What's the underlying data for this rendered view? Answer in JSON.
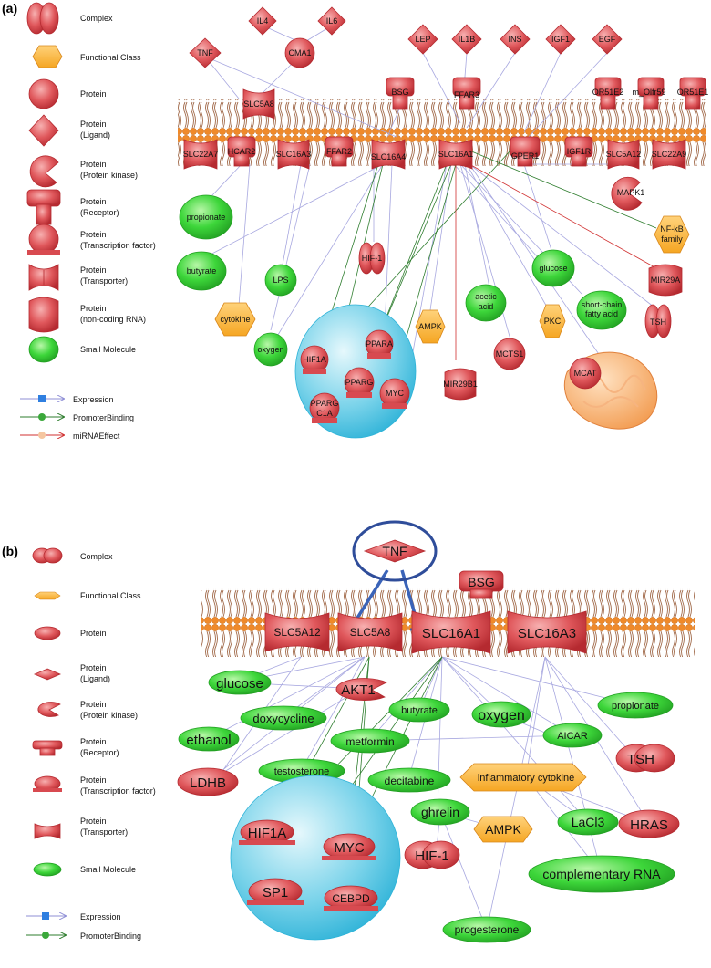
{
  "figure_a": {
    "panel_label": "(a)",
    "legend": {
      "complex": "Complex",
      "functional_class": "Functional Class",
      "protein": "Protein",
      "protein_ligand": "Protein\n(Ligand)",
      "protein_kinase": "Protein\n(Protein kinase)",
      "protein_receptor": "Protein\n(Receptor)",
      "protein_tf": "Protein\n(Transcription factor)",
      "protein_transporter": "Protein\n(Transporter)",
      "protein_ncrna": "Protein\n(non-coding RNA)",
      "small_molecule": "Small Molecule",
      "expression": "Expression",
      "promoter_binding": "PromoterBinding",
      "mirna_effect": "miRNAEffect"
    },
    "ligands": [
      "IL4",
      "IL6",
      "TNF",
      "LEP",
      "IL1B",
      "INS",
      "IGF1",
      "EGF"
    ],
    "proteins": [
      "CMA1",
      "MAPK1",
      "MCTS1"
    ],
    "receptors": [
      "BSG",
      "FFAR3",
      "OR51E2",
      "m_Olfr59",
      "OR51E1",
      "HCAR2",
      "FFAR2",
      "GPER1",
      "IGF1R"
    ],
    "transporters": [
      "SLC5A8",
      "SLC22A7",
      "SLC16A3",
      "SLC16A4",
      "SLC16A1",
      "SLC5A12",
      "SLC22A9"
    ],
    "small_molecules": [
      "propionate",
      "butyrate",
      "LPS",
      "oxygen",
      "glucose",
      "acetic\nacid",
      "short-chain\nfatty acid"
    ],
    "functional_classes": [
      "cytokine",
      "AMPK",
      "PKC",
      "NF-kB\nfamily"
    ],
    "complexes": [
      "HIF-1",
      "TSH"
    ],
    "ncrna": [
      "MIR29A",
      "MIR29B1"
    ],
    "nucleus_tfs": [
      "HIF1A",
      "PPARA",
      "PPARG",
      "MYC",
      "PPARG\nC1A"
    ],
    "organelle_protein": "MCAT"
  },
  "figure_b": {
    "panel_label": "(b)",
    "legend": {
      "complex": "Complex",
      "functional_class": "Functional Class",
      "protein": "Protein",
      "protein_ligand": "Protein\n(Ligand)",
      "protein_kinase": "Protein\n(Protein kinase)",
      "protein_receptor": "Protein\n(Receptor)",
      "protein_tf": "Protein\n(Transcription factor)",
      "protein_transporter": "Protein\n(Transporter)",
      "small_molecule": "Small Molecule",
      "expression": "Expression",
      "promoter_binding": "PromoterBinding"
    },
    "ligand": "TNF",
    "receptor": "BSG",
    "transporters": [
      "SLC5A12",
      "SLC5A8",
      "SLC16A1",
      "SLC16A3"
    ],
    "kinase": "AKT1",
    "small_molecules": [
      "glucose",
      "doxycycline",
      "butyrate",
      "oxygen",
      "propionate",
      "ethanol",
      "metformin",
      "AICAR",
      "testosterone",
      "decitabine",
      "ghrelin",
      "LaCl3",
      "complementary RNA",
      "progesterone"
    ],
    "proteins": [
      "LDHB",
      "HRAS"
    ],
    "complexes": [
      "TSH",
      "HIF-1"
    ],
    "functional_classes": [
      "inflammatory cytokine",
      "AMPK"
    ],
    "nucleus_tfs": [
      "HIF1A",
      "MYC",
      "SP1",
      "CEBPD"
    ]
  },
  "colors": {
    "protein": "#e0585c",
    "small_molecule": "#3dd63a",
    "functional_class": "#f5a623",
    "membrane": "#f08a2a",
    "nucleus": "#46c3e0",
    "expression": "#8f8fd6",
    "promoter_binding": "#2e7d2e",
    "mirna": "#d03030",
    "inhibition": "#3a63b8"
  }
}
